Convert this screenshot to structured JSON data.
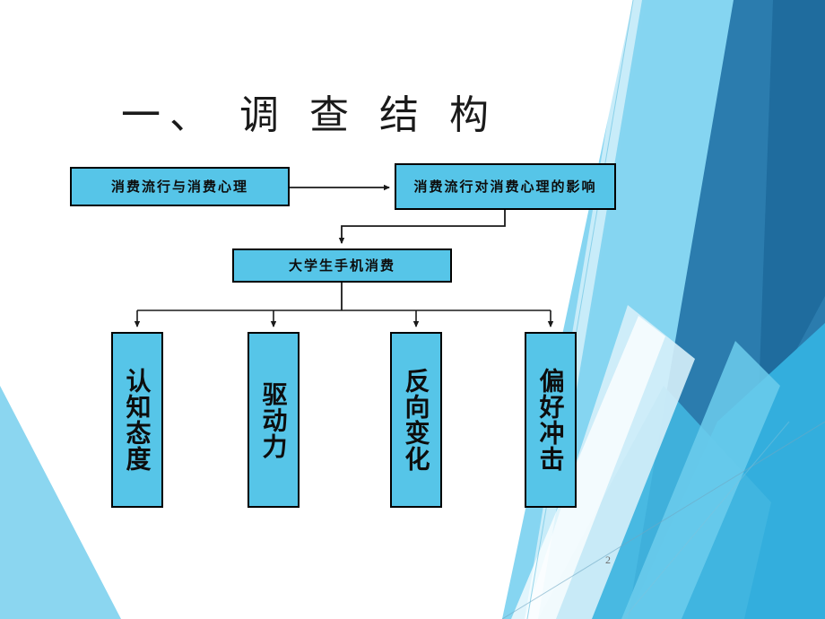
{
  "slide": {
    "title": "一、  调 查 结 构",
    "page_number": "2",
    "background_color": "#FFFFFF"
  },
  "palette": {
    "node_fill": "#56C5E8",
    "node_border": "#000000",
    "connector": "#1A1A1A",
    "accent_light": "#7FD3F0",
    "accent_mid": "#41B6E0",
    "accent_dark": "#2B7CAE",
    "accent_darkest": "#1F6C9E",
    "accent_pale": "#CFEAF7",
    "page_number_color": "#6B6B6B"
  },
  "flowchart": {
    "nodes": [
      {
        "id": "trend-psych",
        "label": "消费流行与消费心理",
        "orientation": "horizontal"
      },
      {
        "id": "trend-effect",
        "label": "消费流行对消费心理的影响",
        "orientation": "horizontal"
      },
      {
        "id": "student-phone",
        "label": "大学生手机消费",
        "orientation": "horizontal"
      },
      {
        "id": "cognition",
        "label": "认知态度",
        "orientation": "vertical"
      },
      {
        "id": "drive",
        "label": "驱动力",
        "orientation": "vertical"
      },
      {
        "id": "reverse",
        "label": "反向变化",
        "orientation": "vertical"
      },
      {
        "id": "preference",
        "label": "偏好冲击",
        "orientation": "vertical"
      }
    ],
    "connectors": [
      {
        "from": "trend-psych",
        "to": "trend-effect",
        "kind": "arrow-right"
      },
      {
        "from": "trend-effect",
        "to": "student-phone",
        "kind": "elbow-arrow-down"
      },
      {
        "from": "student-phone",
        "to": "cognition",
        "kind": "branch-arrow-down"
      },
      {
        "from": "student-phone",
        "to": "drive",
        "kind": "branch-arrow-down"
      },
      {
        "from": "student-phone",
        "to": "reverse",
        "kind": "branch-arrow-down"
      },
      {
        "from": "student-phone",
        "to": "preference",
        "kind": "branch-arrow-down"
      }
    ]
  }
}
